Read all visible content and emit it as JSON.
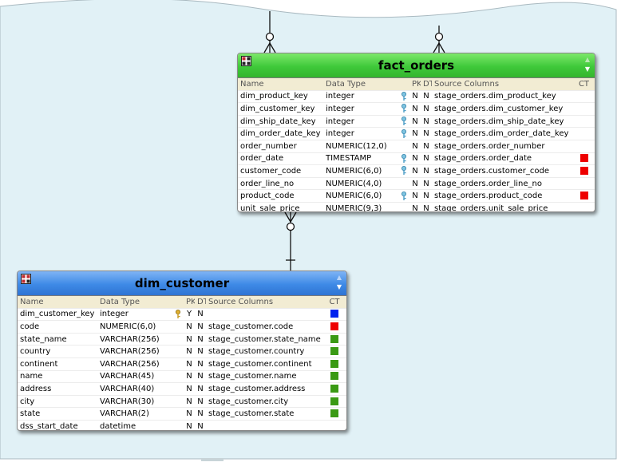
{
  "colors": {
    "canvas": "#e1f1f6",
    "header_green": "#45cc3d",
    "header_blue": "#3e8ae6",
    "column_header_bg": "#f2ecd3",
    "ct_red": "#ee0000",
    "ct_blue": "#0022ee",
    "ct_green": "#3a9a14"
  },
  "fact_orders": {
    "title": "fact_orders",
    "icon": "table-grid-icon",
    "columns": [
      "Name",
      "Data Type",
      "PK",
      "DT",
      "Source Columns",
      "CT"
    ],
    "rows": [
      {
        "name": "dim_product_key",
        "type": "integer",
        "pk_icon": "foreign-key-icon",
        "pk": "N",
        "dt": "N",
        "source": "stage_orders.dim_product_key",
        "ct": ""
      },
      {
        "name": "dim_customer_key",
        "type": "integer",
        "pk_icon": "foreign-key-icon",
        "pk": "N",
        "dt": "N",
        "source": "stage_orders.dim_customer_key",
        "ct": ""
      },
      {
        "name": "dim_ship_date_key",
        "type": "integer",
        "pk_icon": "foreign-key-icon",
        "pk": "N",
        "dt": "N",
        "source": "stage_orders.dim_ship_date_key",
        "ct": ""
      },
      {
        "name": "dim_order_date_key",
        "type": "integer",
        "pk_icon": "foreign-key-icon",
        "pk": "N",
        "dt": "N",
        "source": "stage_orders.dim_order_date_key",
        "ct": ""
      },
      {
        "name": "order_number",
        "type": "NUMERIC(12,0)",
        "pk_icon": "",
        "pk": "N",
        "dt": "N",
        "source": "stage_orders.order_number",
        "ct": ""
      },
      {
        "name": "order_date",
        "type": "TIMESTAMP",
        "pk_icon": "foreign-key-icon",
        "pk": "N",
        "dt": "N",
        "source": "stage_orders.order_date",
        "ct": "#ee0000"
      },
      {
        "name": "customer_code",
        "type": "NUMERIC(6,0)",
        "pk_icon": "foreign-key-icon",
        "pk": "N",
        "dt": "N",
        "source": "stage_orders.customer_code",
        "ct": "#ee0000"
      },
      {
        "name": "order_line_no",
        "type": "NUMERIC(4,0)",
        "pk_icon": "",
        "pk": "N",
        "dt": "N",
        "source": "stage_orders.order_line_no",
        "ct": ""
      },
      {
        "name": "product_code",
        "type": "NUMERIC(6,0)",
        "pk_icon": "foreign-key-icon",
        "pk": "N",
        "dt": "N",
        "source": "stage_orders.product_code",
        "ct": "#ee0000"
      },
      {
        "name": "unit_sale_price",
        "type": "NUMERIC(9,3)",
        "pk_icon": "",
        "pk": "N",
        "dt": "N",
        "source": "stage_orders.unit_sale_price",
        "ct": ""
      }
    ]
  },
  "dim_customer": {
    "title": "dim_customer",
    "icon": "table-grid-icon",
    "columns": [
      "Name",
      "Data Type",
      "PK",
      "DT",
      "Source Columns",
      "CT"
    ],
    "rows": [
      {
        "name": "dim_customer_key",
        "type": "integer",
        "pk_icon": "primary-key-icon",
        "pk": "Y",
        "dt": "N",
        "source": "",
        "ct": "#0022ee"
      },
      {
        "name": "code",
        "type": "NUMERIC(6,0)",
        "pk_icon": "",
        "pk": "N",
        "dt": "N",
        "source": "stage_customer.code",
        "ct": "#ee0000"
      },
      {
        "name": "state_name",
        "type": "VARCHAR(256)",
        "pk_icon": "",
        "pk": "N",
        "dt": "N",
        "source": "stage_customer.state_name",
        "ct": "#3a9a14"
      },
      {
        "name": "country",
        "type": "VARCHAR(256)",
        "pk_icon": "",
        "pk": "N",
        "dt": "N",
        "source": "stage_customer.country",
        "ct": "#3a9a14"
      },
      {
        "name": "continent",
        "type": "VARCHAR(256)",
        "pk_icon": "",
        "pk": "N",
        "dt": "N",
        "source": "stage_customer.continent",
        "ct": "#3a9a14"
      },
      {
        "name": "name",
        "type": "VARCHAR(45)",
        "pk_icon": "",
        "pk": "N",
        "dt": "N",
        "source": "stage_customer.name",
        "ct": "#3a9a14"
      },
      {
        "name": "address",
        "type": "VARCHAR(40)",
        "pk_icon": "",
        "pk": "N",
        "dt": "N",
        "source": "stage_customer.address",
        "ct": "#3a9a14"
      },
      {
        "name": "city",
        "type": "VARCHAR(30)",
        "pk_icon": "",
        "pk": "N",
        "dt": "N",
        "source": "stage_customer.city",
        "ct": "#3a9a14"
      },
      {
        "name": "state",
        "type": "VARCHAR(2)",
        "pk_icon": "",
        "pk": "N",
        "dt": "N",
        "source": "stage_customer.state",
        "ct": "#3a9a14"
      },
      {
        "name": "dss_start_date",
        "type": "datetime",
        "pk_icon": "",
        "pk": "N",
        "dt": "N",
        "source": "",
        "ct": ""
      }
    ]
  }
}
